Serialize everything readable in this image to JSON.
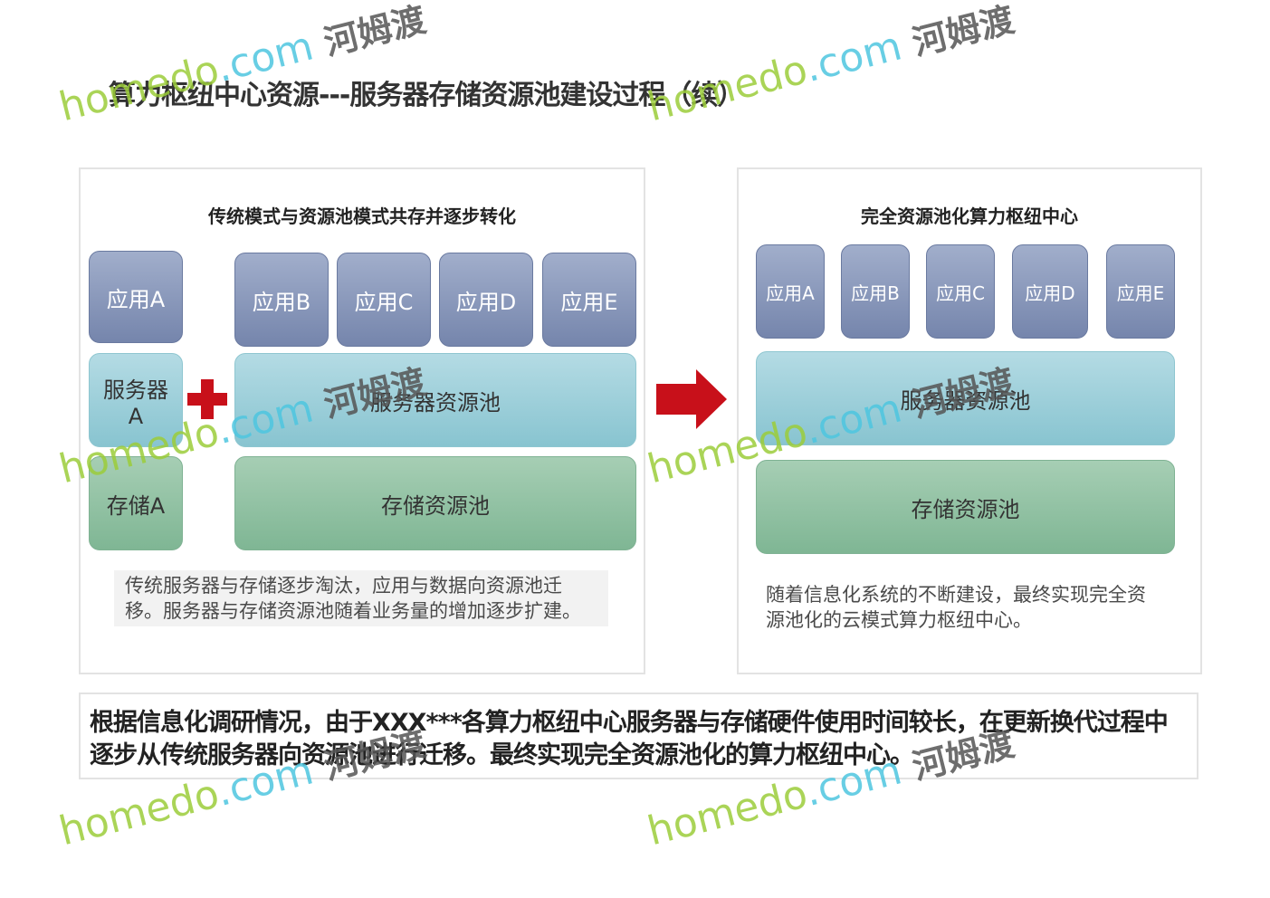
{
  "title": "算力枢纽中心资源---服务器存储资源池建设过程（续）",
  "left_panel": {
    "title": "传统模式与资源池模式共存并逐步转化",
    "apps": [
      "应用A",
      "应用B",
      "应用C",
      "应用D",
      "应用E"
    ],
    "server_a": "服务器A",
    "storage_a": "存储A",
    "server_pool": "服务器资源池",
    "storage_pool": "存储资源池",
    "note": "传统服务器与存储逐步淘汰，应用与数据向资源池迁移。服务器与存储资源池随着业务量的增加逐步扩建。"
  },
  "right_panel": {
    "title": "完全资源池化算力枢纽中心",
    "apps": [
      "应用A",
      "应用B",
      "应用C",
      "应用D",
      "应用E"
    ],
    "server_pool": "服务器资源池",
    "storage_pool": "存储资源池",
    "note": "随着信息化系统的不断建设，最终实现完全资源池化的云模式算力枢纽中心。"
  },
  "summary": "根据信息化调研情况，由于XXX***各算力枢纽中心服务器与存储硬件使用时间较长，在更新换代过程中逐步从传统服务器向资源池进行迁移。最终实现完全资源池化的算力枢纽中心。",
  "watermark": {
    "a": "homedo",
    "b": ".com",
    "c": "河姆渡"
  },
  "colors": {
    "plus": "#c8101a",
    "arrow": "#c8101a"
  }
}
